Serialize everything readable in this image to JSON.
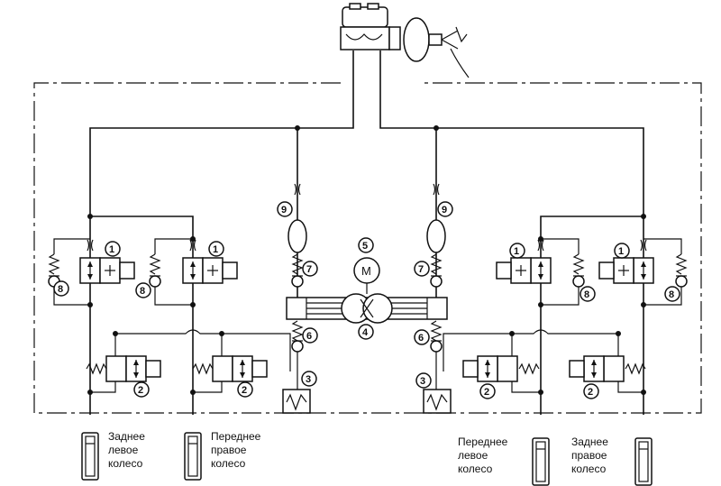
{
  "callouts": {
    "c1": "1",
    "c2": "2",
    "c3": "3",
    "c4": "4",
    "c5": "5",
    "c6": "6",
    "c7": "7",
    "c8": "8",
    "c9": "9"
  },
  "motor_symbol": "M",
  "wheels": {
    "rear_left": {
      "line1": "Заднее",
      "line2": "левое",
      "line3": "колесо"
    },
    "front_right": {
      "line1": "Переднее",
      "line2": "правое",
      "line3": "колесо"
    },
    "front_left": {
      "line1": "Переднее",
      "line2": "левое",
      "line3": "колесо"
    },
    "rear_right": {
      "line1": "Заднее",
      "line2": "правое",
      "line3": "колесо"
    }
  }
}
